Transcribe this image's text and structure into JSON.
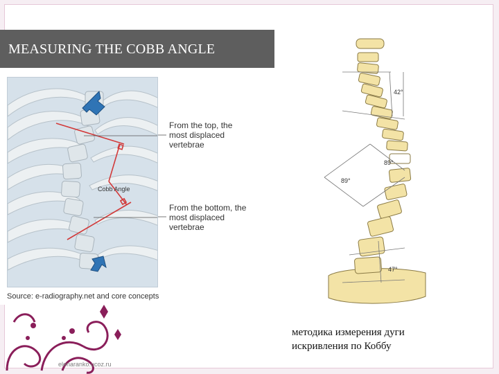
{
  "left_title": "MEASURING THE COBB ANGLE",
  "callout_top": [
    "From the top, the",
    "most displaced",
    "vertebrae"
  ],
  "callout_bottom": [
    "From the bottom, the",
    "most displaced",
    "vertebrae"
  ],
  "cobb_label": "Cobb Angle",
  "source": "Source: e-radiography.net and core concepts",
  "right_angles": {
    "top": "42°",
    "mid_right": "89°",
    "mid_left": "89°",
    "bottom": "47°"
  },
  "caption": [
    "методика измерения дуги",
    "искривления по Коббу"
  ],
  "watermark": "elenaranko.ucoz.ru",
  "colors": {
    "accent": "#8a1e5a",
    "title_bar": "#5e5e5e",
    "arrow": "#2f74b5",
    "cobb_line": "#d23a3a",
    "vertebra": "#f3e3a6"
  }
}
